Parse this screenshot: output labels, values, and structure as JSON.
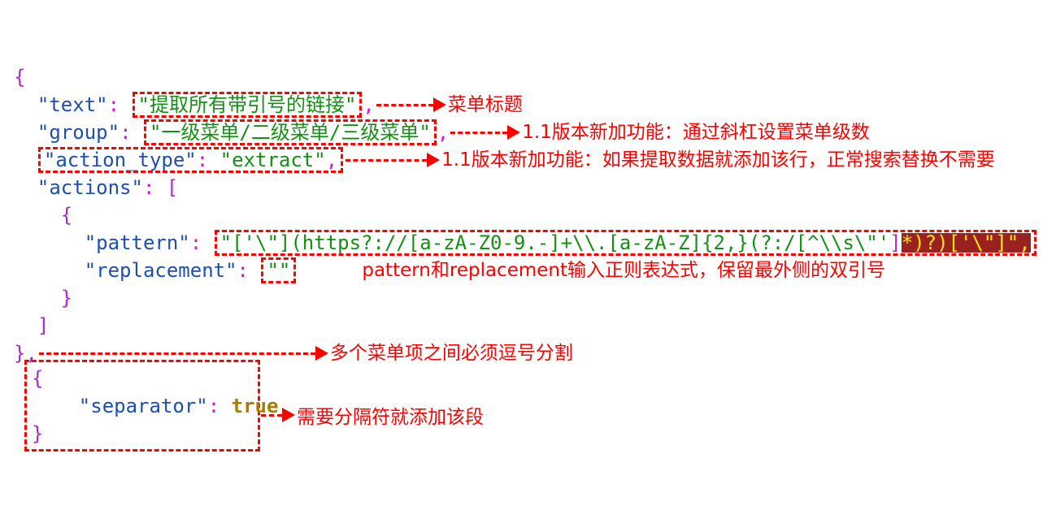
{
  "colors": {
    "key": "#1c4fae",
    "string": "#149114",
    "punctuation": "#d118d1",
    "brace": "#a82ad2",
    "boolean": "#a97d00",
    "annotation": "#ff0000",
    "highlight_bg": "#9b2121",
    "highlight_text": "#ffe800"
  },
  "code": {
    "l0": {
      "brace": "{"
    },
    "l1": {
      "indent": "  ",
      "key": "\"text\"",
      "colon": ": ",
      "value": "\"提取所有带引号的链接\"",
      "comma": ",",
      "ann": "菜单标题"
    },
    "l2": {
      "indent": "  ",
      "key": "\"group\"",
      "colon": ": ",
      "value": "\"一级菜单/二级菜单/三级菜单\"",
      "comma": ",",
      "ann": "1.1版本新加功能：通过斜杠设置菜单级数"
    },
    "l3": {
      "indent": "  ",
      "key": "\"action_type\"",
      "colon": ": ",
      "value": "\"extract\"",
      "comma": ",",
      "ann": "1.1版本新加功能：如果提取数据就添加该行，正常搜索替换不需要"
    },
    "l4": {
      "indent": "  ",
      "key": "\"actions\"",
      "colon": ": ",
      "bracket": "["
    },
    "l5": {
      "indent": "    ",
      "brace": "{"
    },
    "l6": {
      "indent": "      ",
      "key": "\"pattern\"",
      "colon": ": ",
      "value_main": "\"['\\\"](https?://[a-zA-Z0-9.-]+\\\\.[a-zA-Z]{2,}(?:/[^\\\\s\\\"'",
      "value_bracket": "]",
      "value_highlight": "*)?)['\\\"]\","
    },
    "l7": {
      "indent": "      ",
      "key": "\"replacement\"",
      "colon": ": ",
      "value": "\"\"",
      "ann": "pattern和replacement输入正则表达式，保留最外侧的双引号"
    },
    "l8": {
      "indent": "    ",
      "brace": "}"
    },
    "l9": {
      "indent": "  ",
      "bracket": "]"
    },
    "l10": {
      "brace": "}",
      "comma": ",",
      "ann": "多个菜单项之间必须逗号分割"
    },
    "separator_block": {
      "open_brace": "{",
      "indent": "    ",
      "key": "\"separator\"",
      "colon": ": ",
      "value": "true",
      "close_brace": "}",
      "ann": "需要分隔符就添加该段"
    }
  }
}
